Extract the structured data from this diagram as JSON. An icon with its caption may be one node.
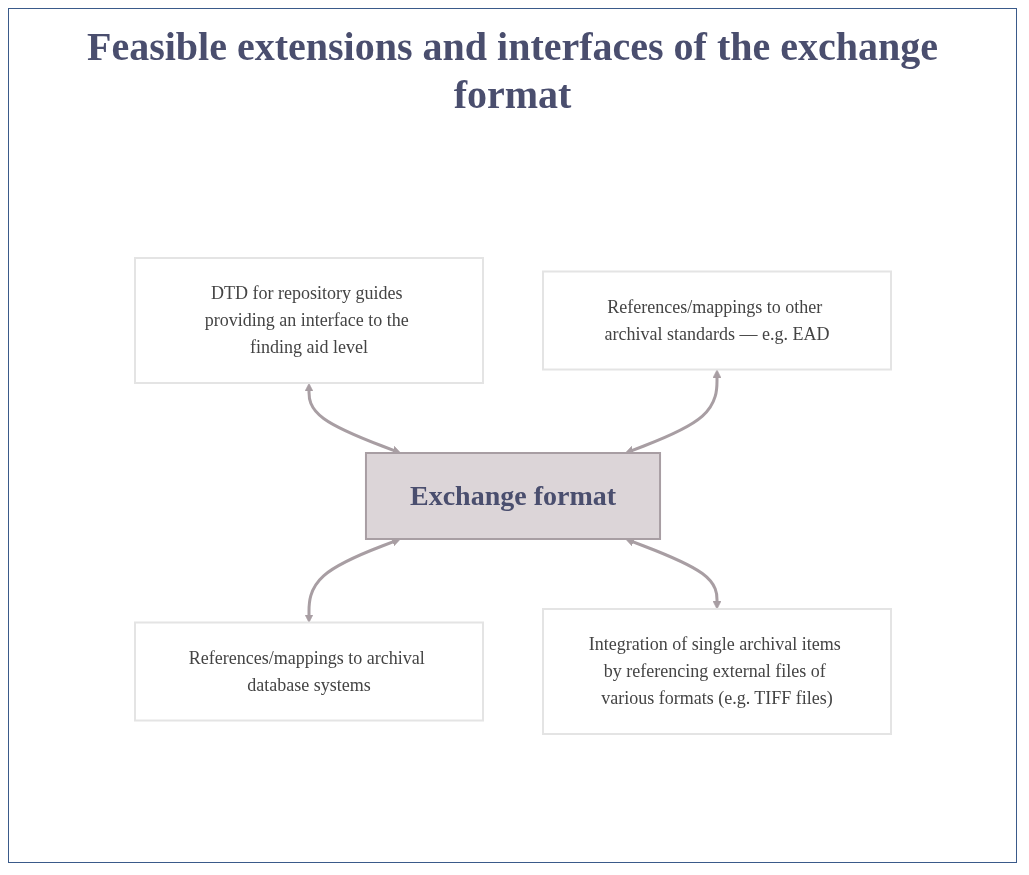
{
  "diagram": {
    "title": "Feasible extensions and interfaces of the exchange format",
    "nodes": [
      {
        "text": [
          "DTD for repository guides providing an interface to the finding aid level"
        ]
      },
      {
        "text": [
          "References/mappings to other archival standards — e.g. EAD"
        ]
      },
      {
        "text": [
          "Exchange format"
        ]
      },
      {
        "text": [
          "References/mappings to archival database systems"
        ]
      },
      {
        "text": [
          "Integration of single archival items by referencing external files of various formats (e.g. TIFF files)"
        ]
      }
    ],
    "edges": [
      {
        "from": 0,
        "to": 2,
        "arrow": "both"
      },
      {
        "from": 1,
        "to": 2,
        "arrow": "both"
      },
      {
        "from": 2,
        "to": 3,
        "arrow": "both"
      },
      {
        "from": 2,
        "to": 4,
        "arrow": "both"
      }
    ]
  }
}
